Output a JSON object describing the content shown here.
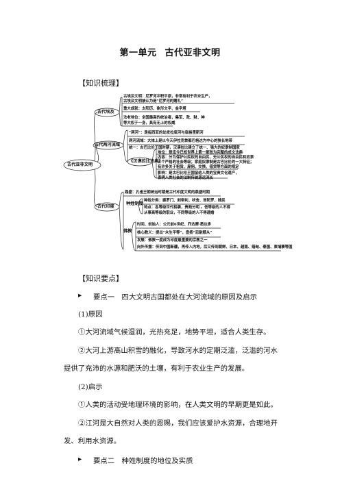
{
  "title": {
    "part1": "第一单元",
    "part2": "古代亚非文明"
  },
  "sections": {
    "outline": "【知识梳理】",
    "points": "【知识要点】"
  },
  "mindmap": {
    "root": "古代亚非文明",
    "branches": [
      {
        "label": "古代埃及",
        "lines": [
          "古埃及文明：尼罗河冲积平原，非常有利于农业生产，",
          "古埃及文明被认为是“尼罗河的赠礼”",
          "重大成就：太阳历、象形文字、金字塔",
          "法老地位：全国最高的统治者，集军、政、财、神",
          "等大权于一身，具有无上的权威"
        ]
      },
      {
        "label": "古代两河流域",
        "lines": [
          "“两河”：是指西亚的幼发拉底河与底格里斯河",
          "两河流域：大体上是以今天伊拉克首都巴格达为中心的狭长地带",
          "统一：古巴比伦王国时期，汉谟拉比建立了统一、强大的奴隶制国家"
        ],
        "code": {
          "label": "《汉谟拉比法典》",
          "lines": [
            "地位：是迄今已知世界上第一部较为完整的成文法典",
            "内容：分为保护公民权的自由民、无公民权的自由民和奴隶",
            "三个严格的社会等级；家庭奴隶制是古巴比伦的一大特征；",
            "有许多关于租赁、雇佣、交换、借贷等方面的规定",
            "影响：是古巴比伦王国留给人类的宝贵文化遗产，",
            "表明人类社会的法制传统源远流长"
          ]
        }
      },
      {
        "label": "古代印度",
        "top_line": "鼎盛：孔雀王朝统治时期是古代印度文明的鼎盛时期",
        "caste": {
          "label": "种姓制度",
          "lines": [
            "种姓分类：婆罗门、刹帝利、吠舍、首陀罗、贱民",
            "特点：各等级世代相袭，贵贱分明        。低等级的人不得",
            "从事高等级的职业，不同等级的人不得通婚"
          ]
        },
        "buddhism": {
          "label": "佛教",
          "lines": [
            "时间、创始人：公元前6世纪、乔达摩·悉达多",
            "核心教义：提出“众生平等”，宣扬“忍耐顺从”",
            "发展：佛教一度成为印度最重要的宗教之一",
            "向外传播：传到中国新疆，再传入内地，后又传到朝鲜、日本、越南、缅甸、泰国、柬埔寨等国"
          ]
        }
      }
    ]
  },
  "points": {
    "p1_title": "要点一　四大文明古国都处在大河流域的原因及启示",
    "cause_label": "(1)原因",
    "cause_1": "①大河流域气候湿润，光热充足，地势平坦，适合人类生存。",
    "cause_2a": "②大河上游高山积雪的融化，导致河水的定期泛滥，泛滥的河水",
    "cause_2b": "提供了充沛的水源和肥沃的土壤，有利于农业生产的发展。",
    "insight_label": "(2)启示",
    "insight_1": "①人类的活动受地理环境的影响，在人类文明的早期更是如此。",
    "insight_2a": "②江河是大自然对人类的恩赐，我们应该爱护水资源，合理地开",
    "insight_2b": "发、利用水资源。",
    "p2_title": "要点二　种姓制度的地位及实质",
    "bullet": "▸"
  }
}
